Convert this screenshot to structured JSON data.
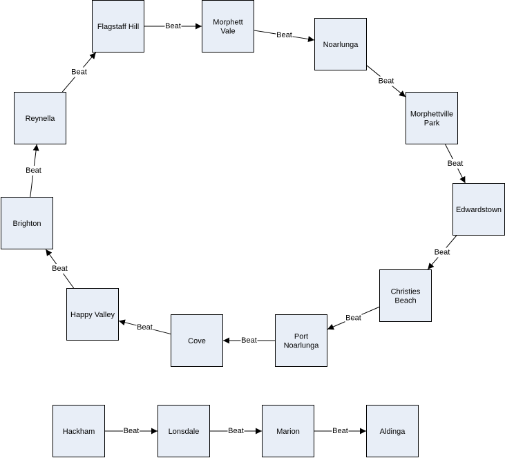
{
  "colors": {
    "node_fill": "#e8eef7",
    "node_stroke": "#000000",
    "edge": "#000000",
    "background": "#ffffff"
  },
  "nodes": [
    {
      "id": "flagstaff-hill",
      "lines": [
        "Flagstaff Hill"
      ]
    },
    {
      "id": "morphett-vale",
      "lines": [
        "Morphett",
        "Vale"
      ]
    },
    {
      "id": "noarlunga",
      "lines": [
        "Noarlunga"
      ]
    },
    {
      "id": "morphettville-park",
      "lines": [
        "Morphettville",
        "Park"
      ]
    },
    {
      "id": "edwardstown",
      "lines": [
        "Edwardstown"
      ]
    },
    {
      "id": "christies-beach",
      "lines": [
        "Christies",
        "Beach"
      ]
    },
    {
      "id": "port-noarlunga",
      "lines": [
        "Port",
        "Noarlunga"
      ]
    },
    {
      "id": "cove",
      "lines": [
        "Cove"
      ]
    },
    {
      "id": "happy-valley",
      "lines": [
        "Happy Valley"
      ]
    },
    {
      "id": "brighton",
      "lines": [
        "Brighton"
      ]
    },
    {
      "id": "reynella",
      "lines": [
        "Reynella"
      ]
    },
    {
      "id": "hackham",
      "lines": [
        "Hackham"
      ]
    },
    {
      "id": "lonsdale",
      "lines": [
        "Lonsdale"
      ]
    },
    {
      "id": "marion",
      "lines": [
        "Marion"
      ]
    },
    {
      "id": "aldinga",
      "lines": [
        "Aldinga"
      ]
    }
  ],
  "edges": [
    {
      "from": "flagstaff-hill",
      "to": "morphett-vale",
      "label": "Beat"
    },
    {
      "from": "morphett-vale",
      "to": "noarlunga",
      "label": "Beat"
    },
    {
      "from": "noarlunga",
      "to": "morphettville-park",
      "label": "Beat"
    },
    {
      "from": "morphettville-park",
      "to": "edwardstown",
      "label": "Beat"
    },
    {
      "from": "edwardstown",
      "to": "christies-beach",
      "label": "Beat"
    },
    {
      "from": "christies-beach",
      "to": "port-noarlunga",
      "label": "Beat"
    },
    {
      "from": "port-noarlunga",
      "to": "cove",
      "label": "Beat"
    },
    {
      "from": "cove",
      "to": "happy-valley",
      "label": "Beat"
    },
    {
      "from": "happy-valley",
      "to": "brighton",
      "label": "Beat"
    },
    {
      "from": "brighton",
      "to": "reynella",
      "label": "Beat"
    },
    {
      "from": "reynella",
      "to": "flagstaff-hill",
      "label": "Beat"
    },
    {
      "from": "hackham",
      "to": "lonsdale",
      "label": "Beat"
    },
    {
      "from": "lonsdale",
      "to": "marion",
      "label": "Beat"
    },
    {
      "from": "marion",
      "to": "aldinga",
      "label": "Beat"
    }
  ]
}
